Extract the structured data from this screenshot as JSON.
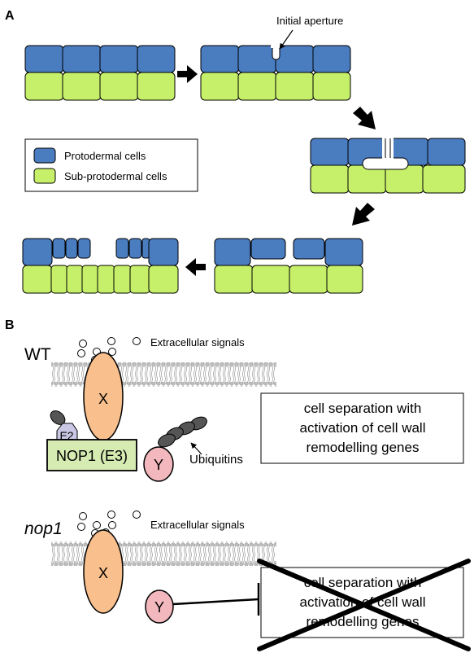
{
  "panelA": {
    "label": "A",
    "aperture_label": "Initial aperture",
    "legend": {
      "protodermal": "Protodermal cells",
      "sub_protodermal": "Sub-protodermal cells"
    }
  },
  "panelB": {
    "label": "B",
    "wt": {
      "genotype": "WT",
      "signals": "Extracellular signals",
      "x": "X",
      "y": "Y",
      "e2": "E2",
      "nop1": "NOP1 (E3)",
      "ubiquitins": "Ubiquitins",
      "outcome": [
        "cell separation with",
        "activation of cell wall",
        "remodelling genes"
      ]
    },
    "mutant": {
      "genotype": "nop1",
      "signals": "Extracellular signals",
      "x": "X",
      "y": "Y",
      "outcome": [
        "cell separation with",
        "activation of cell wall",
        "remodelling genes"
      ]
    }
  },
  "colors": {
    "protodermal": "#4a7cc0",
    "sub_protodermal": "#c6f06a",
    "x_protein": "#f9bf8c",
    "y_protein": "#f2b8bd",
    "nop1_box": "#d6ebb2",
    "e2": "#c9c7e3"
  }
}
